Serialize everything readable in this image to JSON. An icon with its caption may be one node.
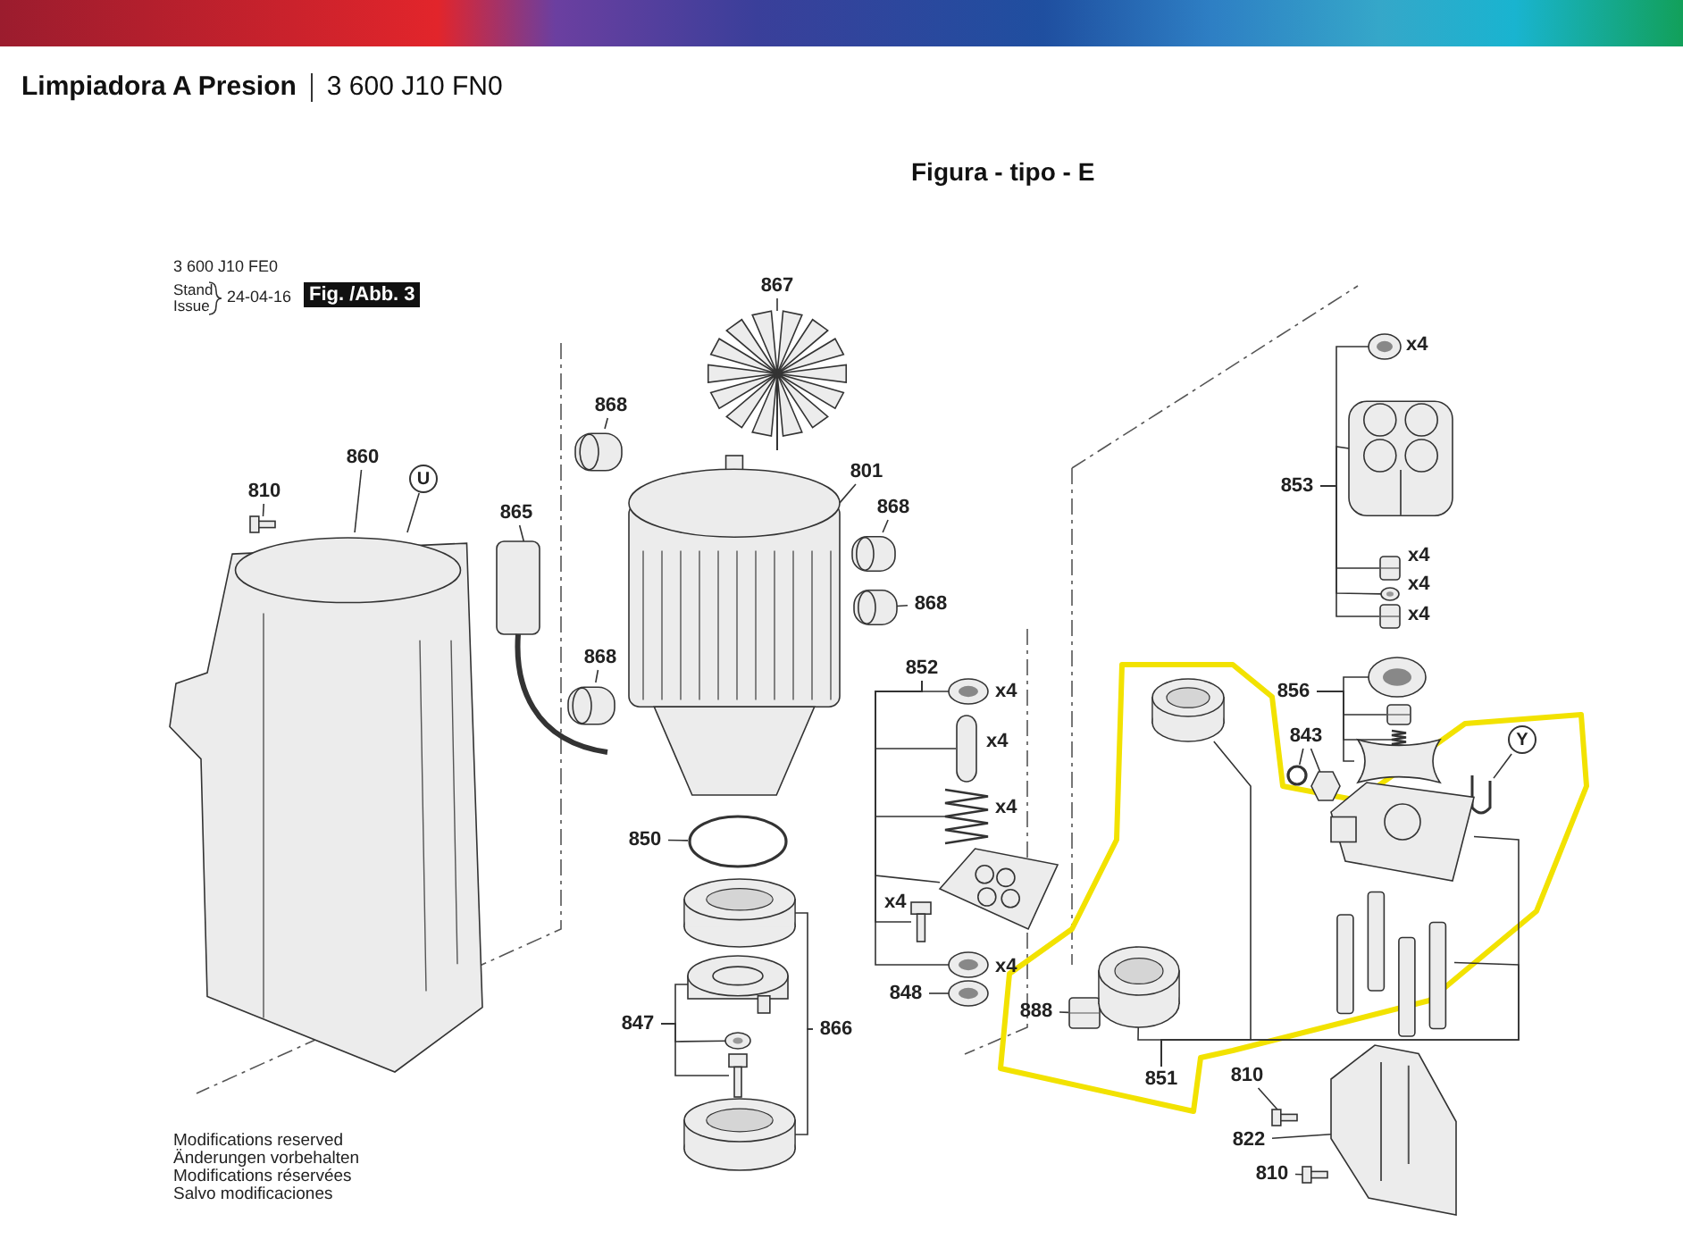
{
  "diagram": {
    "title": "Limpiadora A Presion",
    "nodes": [
      {
        "text": [
          "810"
        ]
      },
      {
        "text": [],
        "shape": "picture"
      },
      {
        "text": [
          "860"
        ]
      },
      {
        "text": [],
        "shape": "picture"
      },
      {
        "text": [
          "U"
        ]
      },
      {
        "text": [
          "865"
        ]
      },
      {
        "text": [],
        "shape": "picture"
      },
      {
        "text": [
          "867"
        ]
      },
      {
        "text": [],
        "shape": "picture"
      },
      {
        "text": [
          "868"
        ]
      },
      {
        "text": [],
        "shape": "picture"
      },
      {
        "text": [
          "801"
        ]
      },
      {
        "text": [],
        "shape": "picture"
      },
      {
        "text": [
          "868"
        ]
      },
      {
        "text": [],
        "shape": "picture"
      },
      {
        "text": [
          "868"
        ]
      },
      {
        "text": [],
        "shape": "picture"
      },
      {
        "text": [
          "868"
        ]
      },
      {
        "text": [],
        "shape": "picture"
      },
      {
        "text": [
          "850"
        ]
      },
      {
        "text": [],
        "shape": "circle"
      },
      {
        "text": [
          "847"
        ]
      },
      {
        "text": [],
        "shape": "picture"
      },
      {
        "text": [],
        "shape": "picture"
      },
      {
        "text": [],
        "shape": "picture"
      },
      {
        "text": [
          "866"
        ]
      },
      {
        "text": [],
        "shape": "cylinder"
      },
      {
        "text": [],
        "shape": "cylinder"
      },
      {
        "text": [
          "852"
        ]
      },
      {
        "text": [],
        "shape": "picture"
      },
      {
        "text": [],
        "shape": "bar"
      },
      {
        "text": [],
        "shape": "picture"
      },
      {
        "text": [],
        "shape": "picture"
      },
      {
        "text": [],
        "shape": "picture"
      },
      {
        "text": [],
        "shape": "picture"
      },
      {
        "text": [
          "848"
        ]
      },
      {
        "text": [],
        "shape": "picture"
      },
      {
        "text": [
          "853"
        ]
      },
      {
        "text": [],
        "shape": "picture"
      },
      {
        "text": [],
        "shape": "picture"
      },
      {
        "text": [],
        "shape": "box"
      },
      {
        "text": [],
        "shape": "picture"
      },
      {
        "text": [],
        "shape": "box"
      },
      {
        "text": [
          "856"
        ]
      },
      {
        "text": [],
        "shape": "picture"
      },
      {
        "text": [],
        "shape": "box"
      },
      {
        "text": [],
        "shape": "picture"
      },
      {
        "text": [],
        "shape": "picture"
      },
      {
        "text": [
          "843"
        ]
      },
      {
        "text": [],
        "shape": "circle"
      },
      {
        "text": [],
        "shape": "picture"
      },
      {
        "text": [
          "Y"
        ]
      },
      {
        "text": [],
        "shape": "picture"
      },
      {
        "text": [
          "888"
        ]
      },
      {
        "text": [],
        "shape": "box"
      },
      {
        "text": [
          "851"
        ]
      },
      {
        "text": [],
        "shape": "picture"
      },
      {
        "text": [],
        "shape": "cylinder"
      },
      {
        "text": [],
        "shape": "cylinder"
      },
      {
        "text": [],
        "shape": "picture"
      },
      {
        "text": [
          "810"
        ]
      },
      {
        "text": [],
        "shape": "picture"
      },
      {
        "text": [
          "822"
        ]
      },
      {
        "text": [],
        "shape": "picture"
      },
      {
        "text": [
          "810"
        ]
      },
      {
        "text": [],
        "shape": "picture"
      }
    ],
    "edges": [
      {
        "from": 0,
        "to": 1,
        "arrow": "none"
      },
      {
        "from": 2,
        "to": 3,
        "arrow": "none"
      },
      {
        "from": 4,
        "to": 3,
        "arrow": "none"
      },
      {
        "from": 5,
        "to": 6,
        "arrow": "none"
      },
      {
        "from": 7,
        "to": 8,
        "arrow": "none"
      },
      {
        "from": 9,
        "to": 10,
        "arrow": "none"
      },
      {
        "from": 11,
        "to": 12,
        "arrow": "none"
      },
      {
        "from": 13,
        "to": 14,
        "arrow": "none"
      },
      {
        "from": 15,
        "to": 16,
        "arrow": "none"
      },
      {
        "from": 17,
        "to": 18,
        "arrow": "none"
      },
      {
        "from": 19,
        "to": 20,
        "arrow": "none"
      },
      {
        "from": 21,
        "to": 22,
        "arrow": "none"
      },
      {
        "from": 21,
        "to": 23,
        "arrow": "none"
      },
      {
        "from": 21,
        "to": 24,
        "arrow": "none"
      },
      {
        "from": 25,
        "to": 26,
        "arrow": "none"
      },
      {
        "from": 25,
        "to": 27,
        "arrow": "none"
      },
      {
        "from": 28,
        "to": 29,
        "arrow": "none"
      },
      {
        "from": 28,
        "to": 30,
        "arrow": "none"
      },
      {
        "from": 28,
        "to": 31,
        "arrow": "none"
      },
      {
        "from": 28,
        "to": 32,
        "arrow": "none"
      },
      {
        "from": 28,
        "to": 33,
        "arrow": "none"
      },
      {
        "from": 28,
        "to": 34,
        "arrow": "none"
      },
      {
        "from": 35,
        "to": 36,
        "arrow": "none"
      },
      {
        "from": 37,
        "to": 38,
        "arrow": "none"
      },
      {
        "from": 37,
        "to": 39,
        "arrow": "none"
      },
      {
        "from": 37,
        "to": 40,
        "arrow": "none"
      },
      {
        "from": 37,
        "to": 41,
        "arrow": "none"
      },
      {
        "from": 37,
        "to": 42,
        "arrow": "none"
      },
      {
        "from": 43,
        "to": 44,
        "arrow": "none"
      },
      {
        "from": 43,
        "to": 45,
        "arrow": "none"
      },
      {
        "from": 43,
        "to": 46,
        "arrow": "none"
      },
      {
        "from": 43,
        "to": 47,
        "arrow": "none"
      },
      {
        "from": 48,
        "to": 49,
        "arrow": "none"
      },
      {
        "from": 48,
        "to": 50,
        "arrow": "none"
      },
      {
        "from": 51,
        "to": 52,
        "arrow": "none"
      },
      {
        "from": 53,
        "to": 54,
        "arrow": "none"
      },
      {
        "from": 55,
        "to": 56,
        "arrow": "none"
      },
      {
        "from": 55,
        "to": 57,
        "arrow": "none"
      },
      {
        "from": 55,
        "to": 58,
        "arrow": "none"
      },
      {
        "from": 55,
        "to": 59,
        "arrow": "none"
      },
      {
        "from": 60,
        "to": 61,
        "arrow": "none"
      },
      {
        "from": 62,
        "to": 63,
        "arrow": "none"
      },
      {
        "from": 64,
        "to": 65,
        "arrow": "none"
      }
    ],
    "labels": [
      "3 600 J10 FN0",
      "Figura - tipo - E",
      "3 600 J10 FE0",
      "Stand",
      "Issue",
      "24-04-16",
      "Fig. /Abb. 3",
      "x4",
      "x4",
      "x4",
      "x4",
      "x4",
      "x4",
      "x4",
      "x4",
      "x4",
      "Modifications reserved",
      "Änderungen vorbehalten",
      "Modifications réservées",
      "Salvo modificaciones"
    ]
  }
}
